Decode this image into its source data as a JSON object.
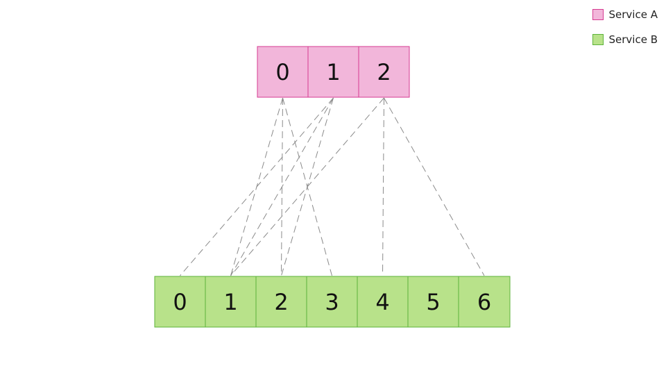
{
  "legend": {
    "service_a": "Service A",
    "service_b": "Service B"
  },
  "colors": {
    "service_a_fill": "#f2b6da",
    "service_a_stroke": "#d63b91",
    "service_b_fill": "#b8e28a",
    "service_b_stroke": "#5db33a",
    "connector": "#8a8a8a"
  },
  "service_a": {
    "cells": [
      "0",
      "1",
      "2"
    ]
  },
  "service_b": {
    "cells": [
      "0",
      "1",
      "2",
      "3",
      "4",
      "5",
      "6"
    ]
  },
  "connections": [
    {
      "from": 0,
      "to": 1
    },
    {
      "from": 0,
      "to": 2
    },
    {
      "from": 0,
      "to": 3
    },
    {
      "from": 1,
      "to": 0
    },
    {
      "from": 1,
      "to": 1
    },
    {
      "from": 1,
      "to": 2
    },
    {
      "from": 2,
      "to": 1
    },
    {
      "from": 2,
      "to": 4
    },
    {
      "from": 2,
      "to": 6
    }
  ]
}
